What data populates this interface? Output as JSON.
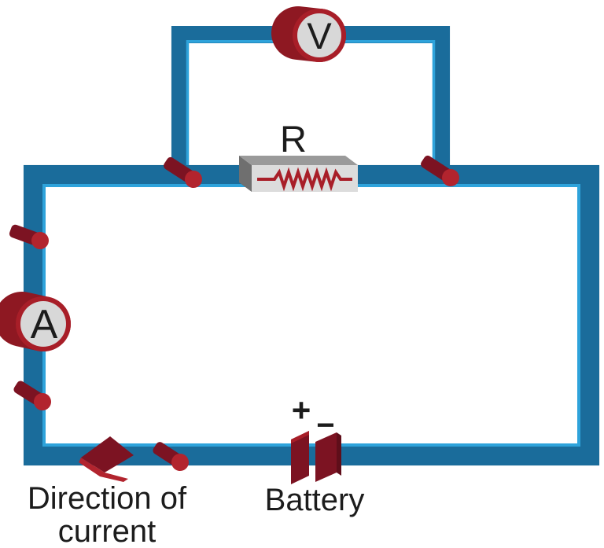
{
  "diagram": {
    "labels": {
      "voltmeter": "V",
      "ammeter": "A",
      "resistor": "R",
      "battery_plus": "+",
      "battery_minus": "−",
      "battery": "Battery",
      "direction_line1": "Direction of",
      "direction_line2": "current"
    },
    "colors": {
      "background": "#ffffff",
      "wire_body": "#1a6c9b",
      "wire_highlight": "#2ea3db",
      "wire_edge_dark": "#123f5e",
      "component_red": "#a81e28",
      "component_maroon": "#7c1322",
      "component_maroon_dark": "#5f0e1a",
      "meter_back_maroon": "#8e1822",
      "connector_cap_red": "#b2242e",
      "meter_face_gray": "#d8d8d8",
      "resistor_front": "#dcdcdc",
      "resistor_top": "#9a9a9a",
      "resistor_side": "#6f6f6f",
      "text": "#1c1c1c"
    }
  }
}
